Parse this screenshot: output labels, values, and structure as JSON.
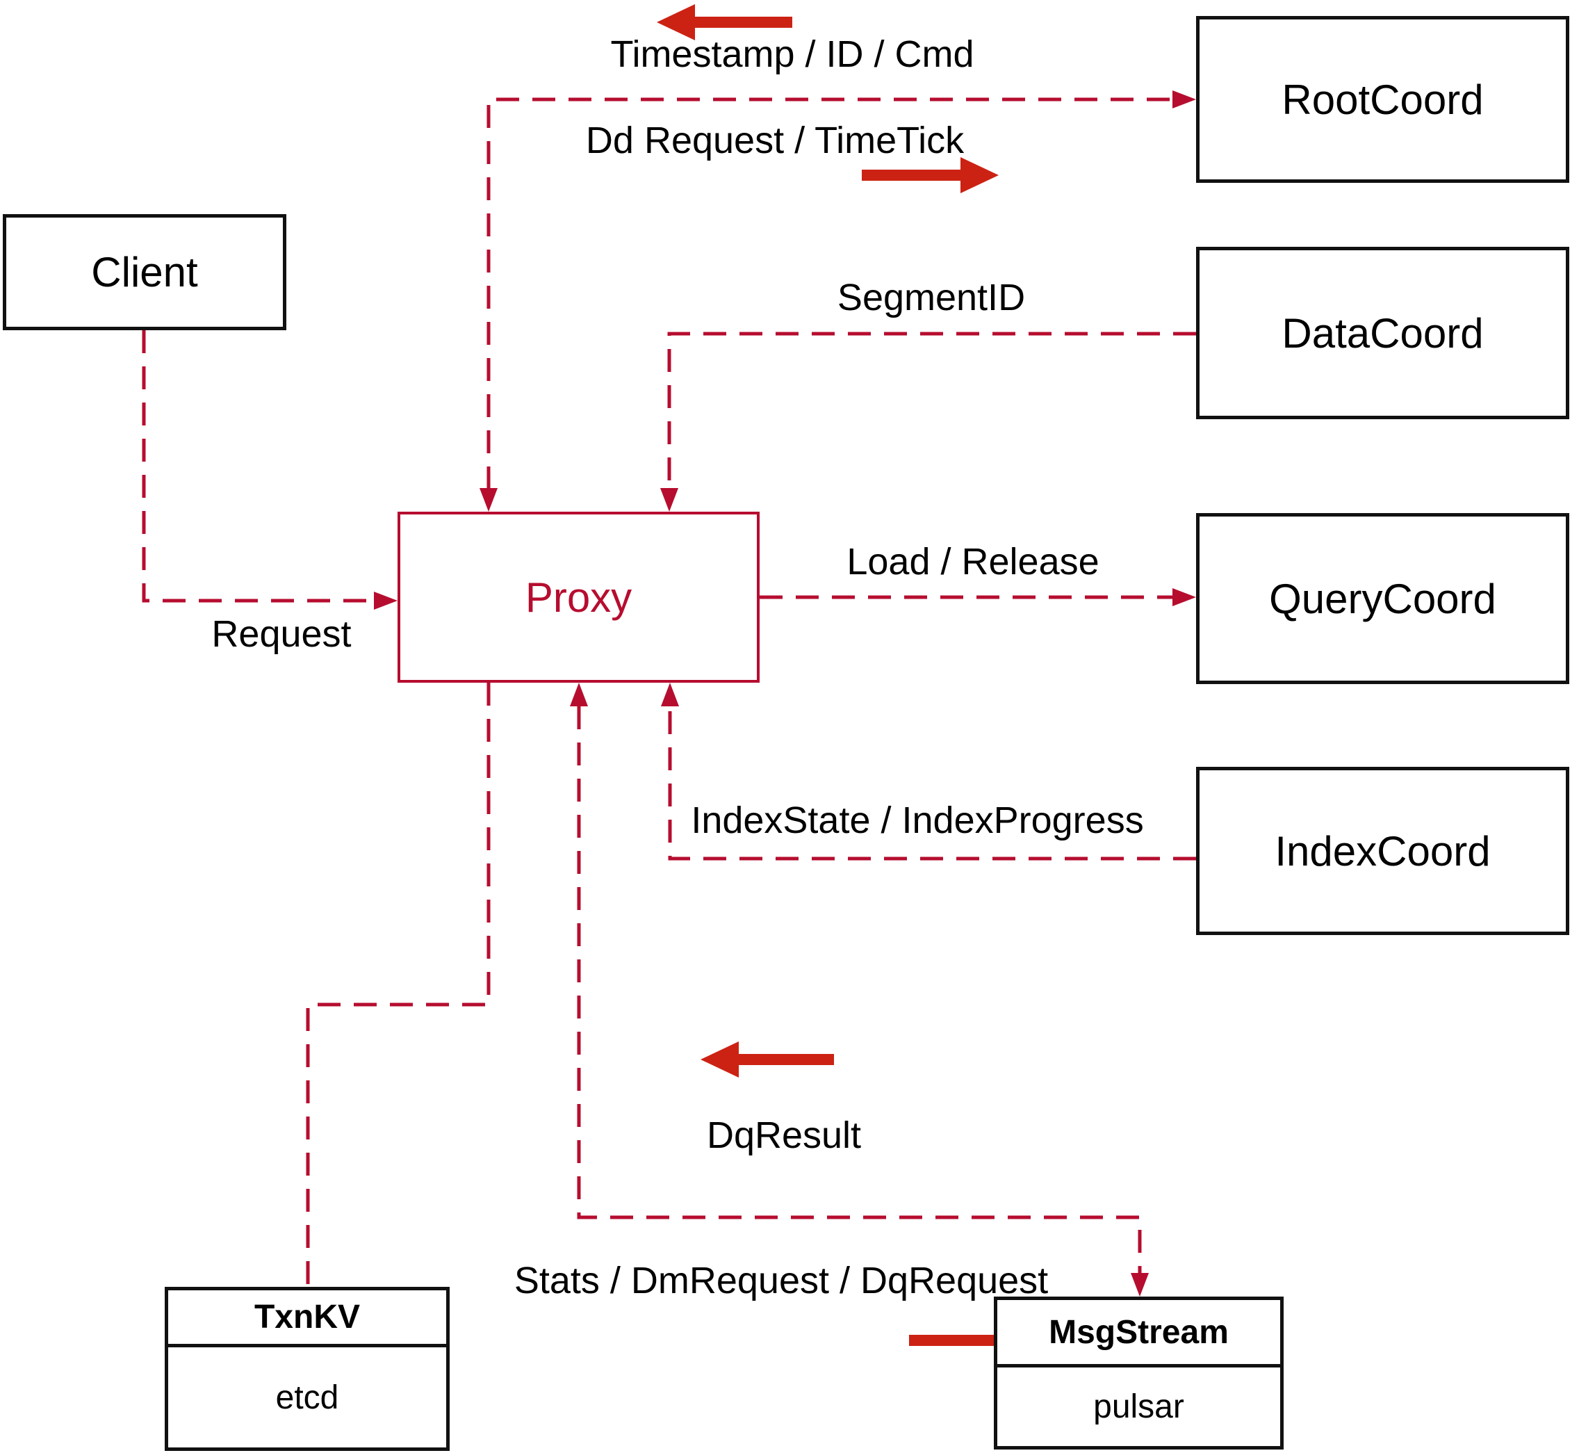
{
  "diagram": {
    "nodes": {
      "client": {
        "label": "Client"
      },
      "proxy": {
        "label": "Proxy"
      },
      "root_coord": {
        "label": "RootCoord"
      },
      "data_coord": {
        "label": "DataCoord"
      },
      "query_coord": {
        "label": "QueryCoord"
      },
      "index_coord": {
        "label": "IndexCoord"
      },
      "txn_kv": {
        "title": "TxnKV",
        "subtitle": "etcd"
      },
      "msg_stream": {
        "title": "MsgStream",
        "subtitle": "pulsar"
      }
    },
    "edge_labels": {
      "timestamp": "Timestamp / ID / Cmd",
      "dd_request": "Dd Request / TimeTick",
      "segment_id": "SegmentID",
      "request": "Request",
      "load_release": "Load / Release",
      "index_state": "IndexState / IndexProgress",
      "dq_result": "DqResult",
      "stats": "Stats / DmRequest / DqRequest"
    },
    "colors": {
      "line_red": "#b60d2f",
      "arrow_red": "#cc2213",
      "box_black": "#111111"
    }
  }
}
